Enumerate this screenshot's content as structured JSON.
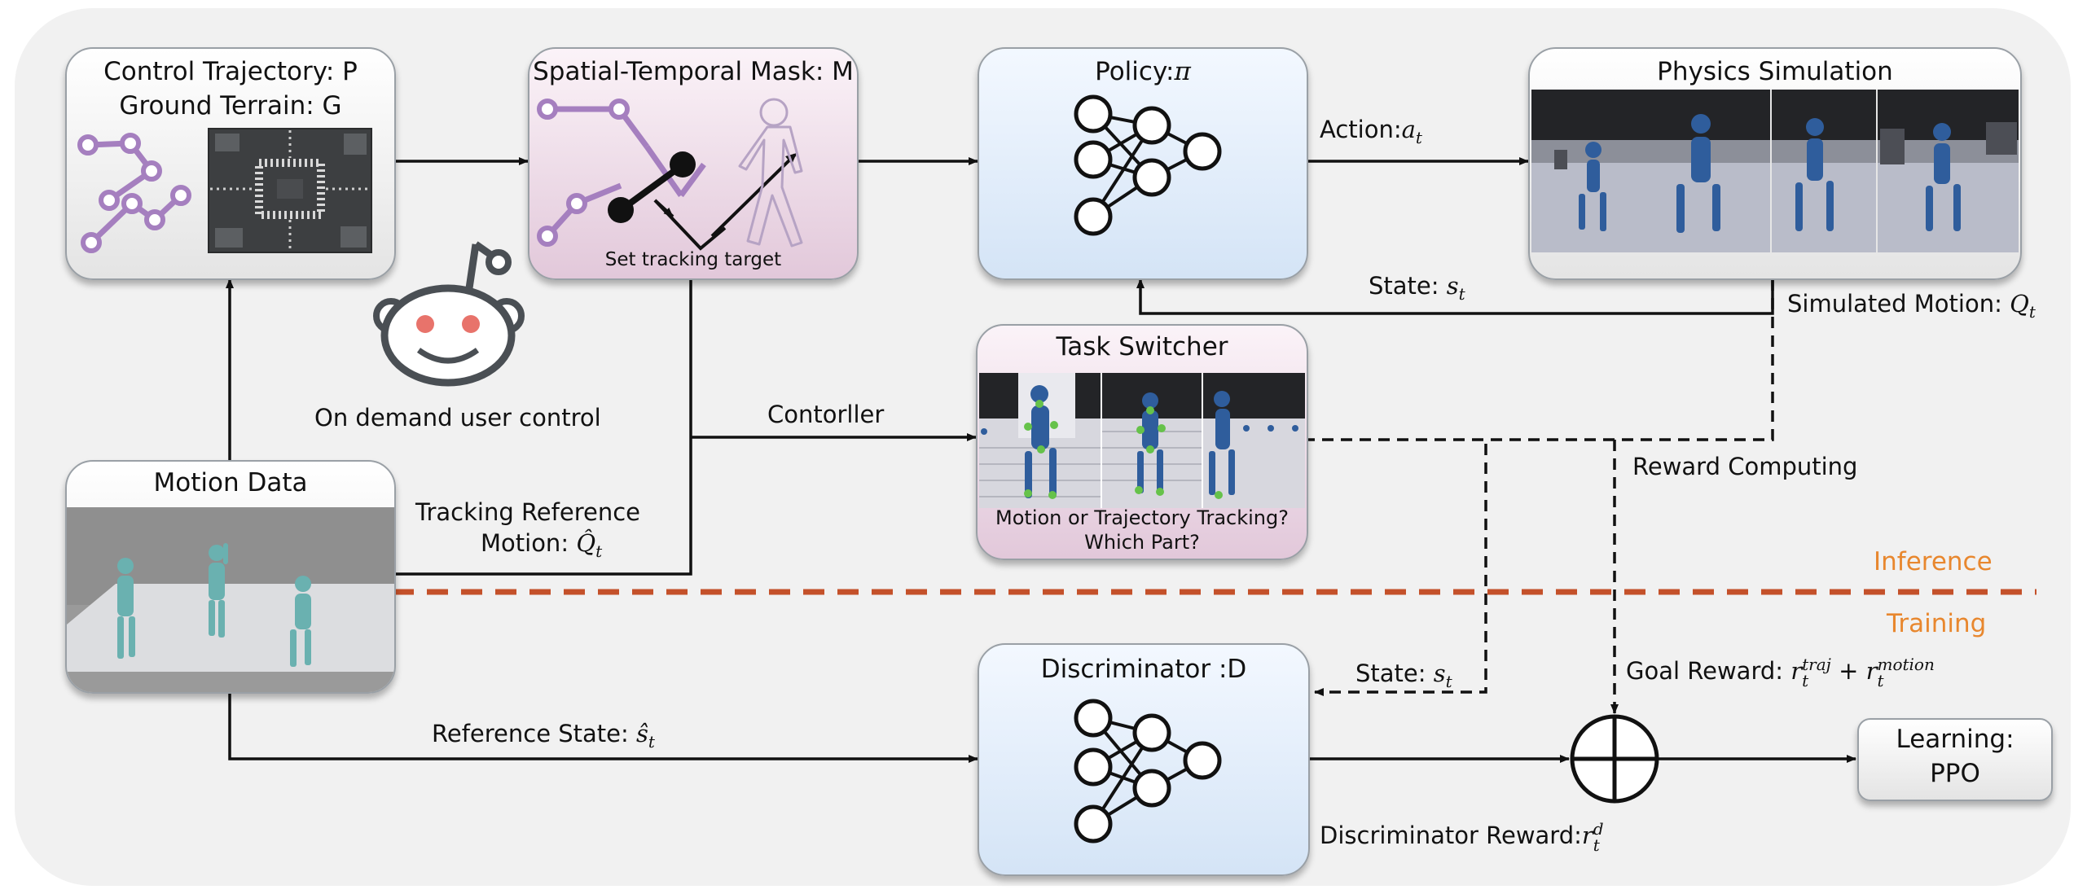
{
  "boxes": {
    "control": {
      "title_line1": "Control Trajectory: P",
      "title_line2": "Ground Terrain: G"
    },
    "mask": {
      "title": "Spatial-Temporal Mask: M",
      "caption": "Set tracking target"
    },
    "policy": {
      "title": "Policy:",
      "symbol": "π"
    },
    "physics": {
      "title": "Physics Simulation"
    },
    "switcher": {
      "title": "Task Switcher",
      "caption_line1": "Motion or Trajectory Tracking?",
      "caption_line2": "Which Part?"
    },
    "motion": {
      "title": "Motion Data"
    },
    "discriminator": {
      "title": "Discriminator :D"
    },
    "learning": {
      "title_line1": "Learning:",
      "title_line2": "PPO"
    }
  },
  "labels": {
    "user_control": "On demand user control",
    "action_text": "Action:",
    "action_var": "a",
    "action_sub": "t",
    "state_text": "State:",
    "state_var": "s",
    "state_sub": "t",
    "simulated_text": "Simulated Motion:",
    "simulated_var": "Q",
    "simulated_sub": "t",
    "controller": "Contorller",
    "reward_computing": "Reward Computing",
    "tracking_line1": "Tracking Reference",
    "tracking_line2": "Motion:",
    "tracking_var": "Q̂",
    "tracking_sub": "t",
    "inference": "Inference",
    "training": "Training",
    "state2_text": "State:",
    "state2_var": "s",
    "state2_sub": "t",
    "goal_text": "Goal Reward:",
    "goal_r": "r",
    "goal_traj": "traj",
    "goal_motion": "motion",
    "goal_t": "t",
    "goal_plus": "+",
    "reference_text": "Reference State:",
    "reference_var": "ŝ",
    "reference_sub": "t",
    "disc_reward_text": "Discriminator Reward:",
    "disc_reward_var": "r",
    "disc_reward_sup": "d",
    "disc_reward_sub": "t"
  },
  "colors": {
    "panel": "#f1f1f1",
    "purple": "#a57fbf",
    "dashed_divider": "#c4512a",
    "orange_text": "#e8872e",
    "robot_blue": "#2f5d9c",
    "teal_human": "#6ab1b0",
    "robot_icon_red": "#e8736b"
  },
  "icons": [
    "trajectory-icon",
    "terrain-map-icon",
    "pedestrian-outline-icon",
    "neural-network-icon",
    "robot-mascot-icon",
    "sum-circle-icon"
  ]
}
